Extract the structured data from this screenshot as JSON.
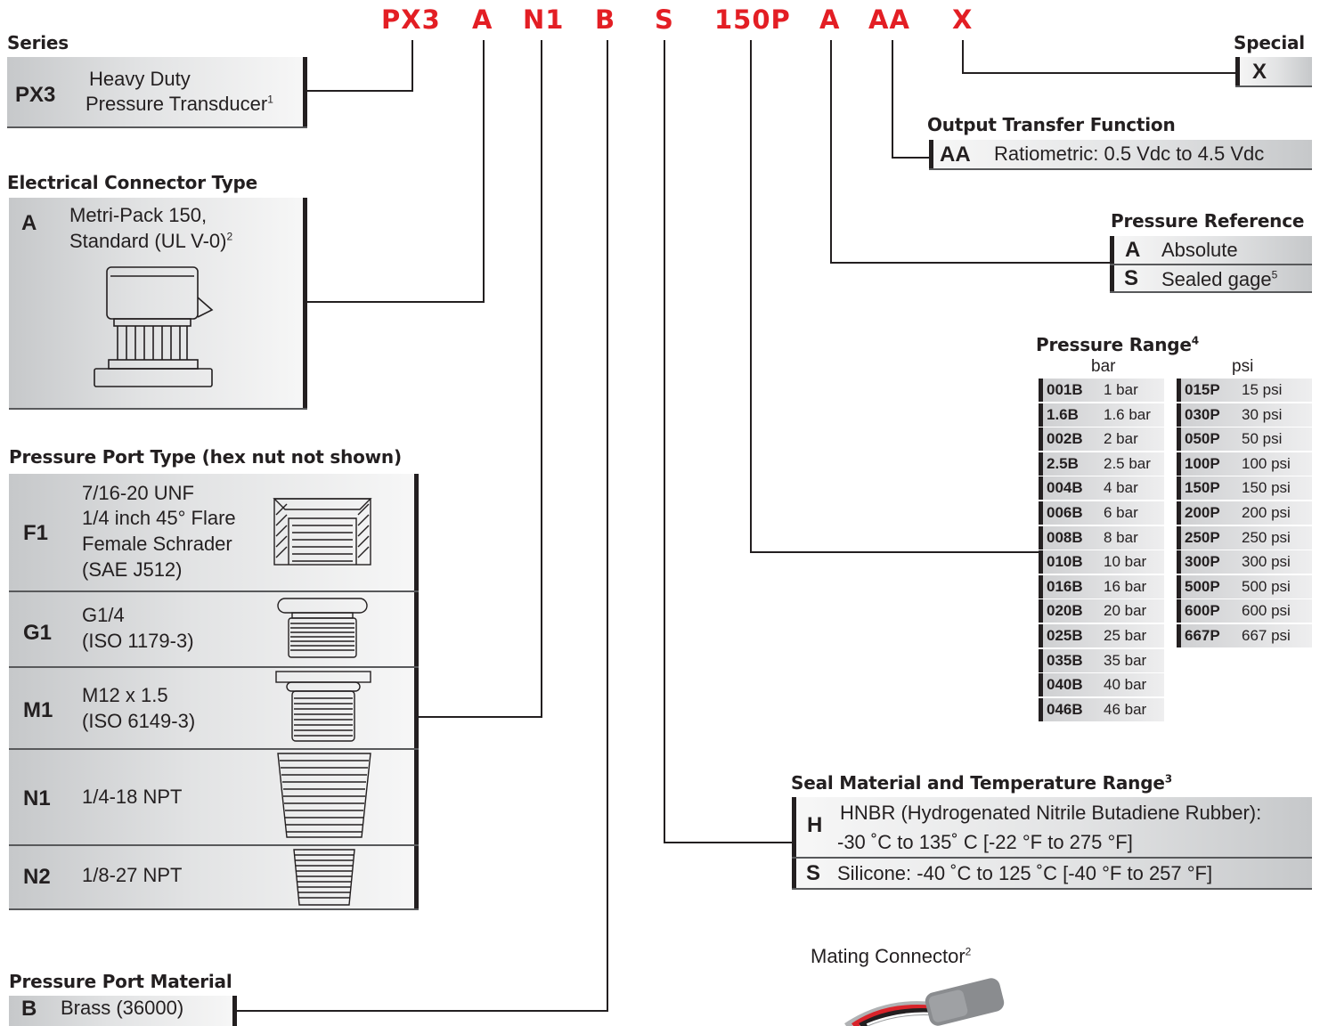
{
  "header_codes": [
    "PX3",
    "A",
    "N1",
    "B",
    "S",
    "150P",
    "A",
    "AA",
    "X"
  ],
  "series": {
    "title": "Series",
    "code": "PX3",
    "desc1": "Heavy Duty",
    "desc2": "Pressure Transducer",
    "note": "1"
  },
  "connector": {
    "title": "Electrical Connector Type",
    "code": "A",
    "desc1": "Metri-Pack 150,",
    "desc2": "Standard (UL V-0)",
    "note": "2"
  },
  "port_type": {
    "title": "Pressure Port Type (hex nut not shown)",
    "items": [
      {
        "code": "F1",
        "lines": [
          "7/16-20 UNF",
          "1/4 inch 45° Flare",
          "Female Schrader",
          "(SAE J512)"
        ]
      },
      {
        "code": "G1",
        "lines": [
          "G1/4",
          "(ISO 1179-3)"
        ]
      },
      {
        "code": "M1",
        "lines": [
          "M12 x 1.5",
          "(ISO 6149-3)"
        ]
      },
      {
        "code": "N1",
        "lines": [
          "1/4-18 NPT"
        ]
      },
      {
        "code": "N2",
        "lines": [
          "1/8-27 NPT"
        ]
      }
    ]
  },
  "port_material": {
    "title": "Pressure Port Material",
    "code": "B",
    "desc": "Brass (36000)"
  },
  "special": {
    "title": "Special",
    "code": "X"
  },
  "output": {
    "title": "Output Transfer Function",
    "code": "AA",
    "desc": "Ratiometric: 0.5 Vdc to 4.5 Vdc"
  },
  "reference": {
    "title": "Pressure Reference",
    "items": [
      {
        "code": "A",
        "desc": "Absolute",
        "note": ""
      },
      {
        "code": "S",
        "desc": "Sealed gage",
        "note": "5"
      }
    ]
  },
  "range": {
    "title": "Pressure Range",
    "note": "4",
    "bar_label": "bar",
    "psi_label": "psi",
    "bar": [
      {
        "code": "001B",
        "value": "1 bar"
      },
      {
        "code": "1.6B",
        "value": "1.6 bar"
      },
      {
        "code": "002B",
        "value": "2 bar"
      },
      {
        "code": "2.5B",
        "value": "2.5 bar"
      },
      {
        "code": "004B",
        "value": "4 bar"
      },
      {
        "code": "006B",
        "value": "6 bar"
      },
      {
        "code": "008B",
        "value": "8 bar"
      },
      {
        "code": "010B",
        "value": "10 bar"
      },
      {
        "code": "016B",
        "value": "16 bar"
      },
      {
        "code": "020B",
        "value": "20 bar"
      },
      {
        "code": "025B",
        "value": "25 bar"
      },
      {
        "code": "035B",
        "value": "35 bar"
      },
      {
        "code": "040B",
        "value": "40 bar"
      },
      {
        "code": "046B",
        "value": "46 bar"
      }
    ],
    "psi": [
      {
        "code": "015P",
        "value": "15 psi"
      },
      {
        "code": "030P",
        "value": "30 psi"
      },
      {
        "code": "050P",
        "value": "50 psi"
      },
      {
        "code": "100P",
        "value": "100 psi"
      },
      {
        "code": "150P",
        "value": "150 psi"
      },
      {
        "code": "200P",
        "value": "200 psi"
      },
      {
        "code": "250P",
        "value": "250 psi"
      },
      {
        "code": "300P",
        "value": "300 psi"
      },
      {
        "code": "500P",
        "value": "500 psi"
      },
      {
        "code": "600P",
        "value": "600 psi"
      },
      {
        "code": "667P",
        "value": "667 psi"
      }
    ]
  },
  "seal": {
    "title": "Seal Material and Temperature Range",
    "note": "3",
    "items": [
      {
        "code": "H",
        "line1": "HNBR (Hydrogenated Nitrile Butadiene Rubber):",
        "line2": "-30 ˚C to 135˚ C [-22 °F to 275 °F]"
      },
      {
        "code": "S",
        "line1": "Silicone: -40 ˚C to 125 ˚C [-40 °F to 257 °F]"
      }
    ]
  },
  "mating": {
    "label": "Mating Connector",
    "note": "2"
  },
  "colors": {
    "accent": "#e31e24",
    "text": "#231f20",
    "panel_dark": "#c6c8ca",
    "panel_light": "#f7f7f7"
  }
}
